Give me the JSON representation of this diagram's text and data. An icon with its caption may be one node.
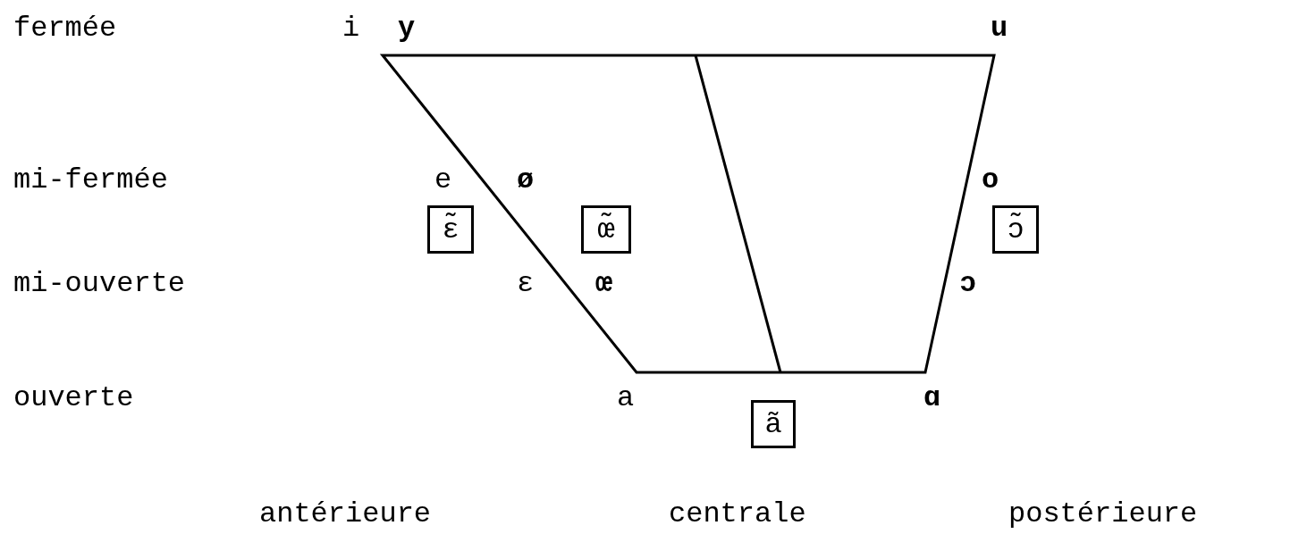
{
  "diagram": {
    "nodes": [
      {
        "text": [
          "ɛ̃"
        ]
      },
      {
        "text": [
          "œ̃"
        ]
      },
      {
        "text": [
          "ɔ̃"
        ]
      },
      {
        "text": [
          "ã"
        ]
      }
    ],
    "labels": [
      "fermée",
      "i",
      "y",
      "u",
      "mi-fermée",
      "e",
      "ø",
      "o",
      "mi-ouverte",
      "ɛ",
      "œ",
      "ɔ",
      "ouverte",
      "a",
      "ɑ",
      "antérieure",
      "centrale",
      "postérieure"
    ]
  }
}
